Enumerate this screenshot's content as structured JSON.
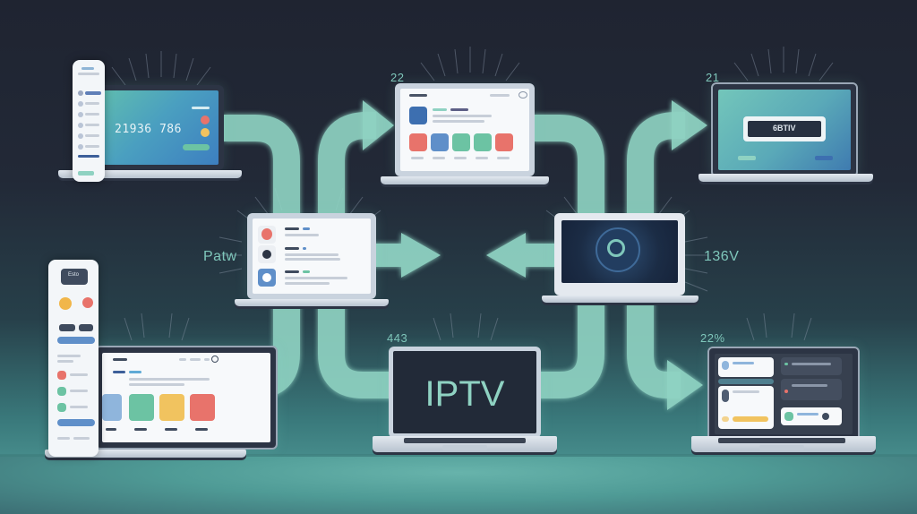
{
  "diagram": {
    "subject": "IPTV multi-device streaming flow",
    "colors": {
      "background_top": "#1f2431",
      "background_bottom": "#5aa8a3",
      "arrow_fill": "#8fd2c2",
      "label_color": "#7fc7bb",
      "screen_blue": "#3d7fc0",
      "screen_teal": "#5fbcb0",
      "tile_red": "#e8736b",
      "tile_blue": "#5f8fc9",
      "tile_green": "#6cc3a3",
      "tile_yellow": "#f1c35f"
    },
    "labels": {
      "top_center": "22",
      "top_right": "21",
      "mid_left": "Patw",
      "mid_right": "136V",
      "bottom_center": "443",
      "bottom_right": "22%"
    },
    "devices": {
      "top_left": {
        "screen_value": "21936 786",
        "type": "laptop-with-phone"
      },
      "top_center": {
        "type": "laptop-dashboard",
        "tiles": [
          "red",
          "blue",
          "green",
          "green",
          "red"
        ]
      },
      "top_right": {
        "screen_button": "6BTIV",
        "type": "laptop-login"
      },
      "mid_left": {
        "type": "laptop-list",
        "rows": 3
      },
      "mid_right": {
        "type": "laptop-player"
      },
      "bottom_left": {
        "type": "laptop-with-tablet",
        "tablet_button": "Esto",
        "tiles": [
          "blue",
          "green",
          "yellow",
          "red"
        ]
      },
      "bottom_center": {
        "screen_title": "IPTV",
        "type": "laptop-brand"
      },
      "bottom_right": {
        "type": "laptop-panels"
      }
    },
    "arrows": [
      {
        "from": "top_left",
        "to": "mid_left",
        "shape": "curve-down"
      },
      {
        "from": "mid_left",
        "to": "top_center",
        "shape": "curve-up"
      },
      {
        "from": "top_center",
        "to": "mid_right",
        "shape": "curve-down"
      },
      {
        "from": "mid_right",
        "to": "top_right",
        "shape": "curve-up"
      },
      {
        "from": "mid_left",
        "to": "center",
        "shape": "straight-right"
      },
      {
        "from": "mid_right",
        "to": "center",
        "shape": "straight-left"
      },
      {
        "from": "mid_left",
        "to": "bottom_left",
        "shape": "curve-down"
      },
      {
        "from": "mid_left",
        "to": "bottom_center",
        "shape": "curve-down"
      },
      {
        "from": "mid_right",
        "to": "bottom_center",
        "shape": "curve-down"
      },
      {
        "from": "mid_right",
        "to": "bottom_right",
        "shape": "curve-down-arrow"
      }
    ]
  }
}
